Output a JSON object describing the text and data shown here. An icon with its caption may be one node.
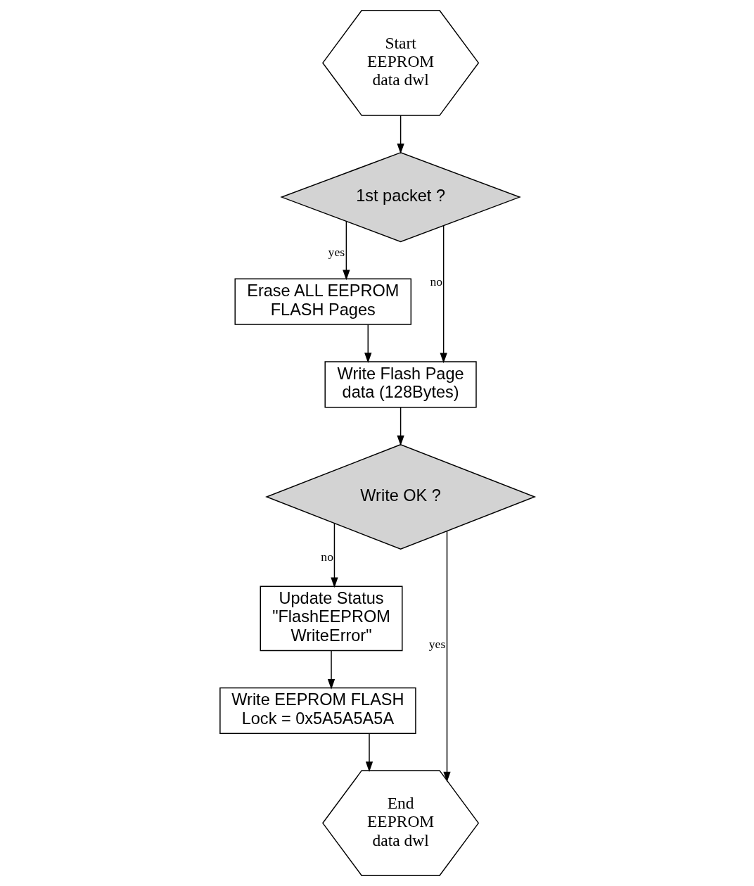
{
  "diagram": {
    "nodes": [
      {
        "text": [
          "Start EEPROM data dwl"
        ]
      },
      {
        "text": [
          "1st packet ?"
        ]
      },
      {
        "text": [
          "Erase ALL EEPROM FLASH Pages"
        ]
      },
      {
        "text": [
          "Write Flash Page data (128Bytes)"
        ]
      },
      {
        "text": [
          "Write OK ?"
        ]
      },
      {
        "text": [
          "Update Status \"FlashEEPROM WriteError\""
        ]
      },
      {
        "text": [
          "Write EEPROM FLASH Lock = 0x5A5A5A5A"
        ]
      },
      {
        "text": [
          "End EEPROM data dwl"
        ]
      }
    ],
    "edges": [
      {
        "from": 0,
        "to": 1,
        "arrow": "to"
      },
      {
        "from": 1,
        "to": 2,
        "arrow": "to",
        "label": "yes"
      },
      {
        "from": 1,
        "to": 3,
        "arrow": "to",
        "label": "no"
      },
      {
        "from": 2,
        "to": 3,
        "arrow": "to"
      },
      {
        "from": 3,
        "to": 4,
        "arrow": "to"
      },
      {
        "from": 4,
        "to": 5,
        "arrow": "to",
        "label": "no"
      },
      {
        "from": 4,
        "to": 7,
        "arrow": "to",
        "label": "yes"
      },
      {
        "from": 5,
        "to": 6,
        "arrow": "to"
      },
      {
        "from": 6,
        "to": 7,
        "arrow": "to"
      }
    ]
  }
}
